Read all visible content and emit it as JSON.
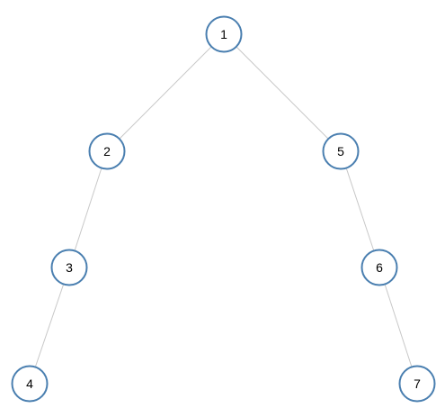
{
  "tree": {
    "nodes": [
      {
        "id": "n1",
        "label": "1"
      },
      {
        "id": "n2",
        "label": "2"
      },
      {
        "id": "n5",
        "label": "5"
      },
      {
        "id": "n3",
        "label": "3"
      },
      {
        "id": "n6",
        "label": "6"
      },
      {
        "id": "n4",
        "label": "4"
      },
      {
        "id": "n7",
        "label": "7"
      }
    ],
    "edges": [
      {
        "from": "n1",
        "to": "n2"
      },
      {
        "from": "n1",
        "to": "n5"
      },
      {
        "from": "n2",
        "to": "n3"
      },
      {
        "from": "n3",
        "to": "n4"
      },
      {
        "from": "n5",
        "to": "n6"
      },
      {
        "from": "n6",
        "to": "n7"
      }
    ]
  },
  "colors": {
    "node_stroke": "#4a7fb0",
    "edge_stroke": "#c8c8c8",
    "background": "#ffffff"
  }
}
